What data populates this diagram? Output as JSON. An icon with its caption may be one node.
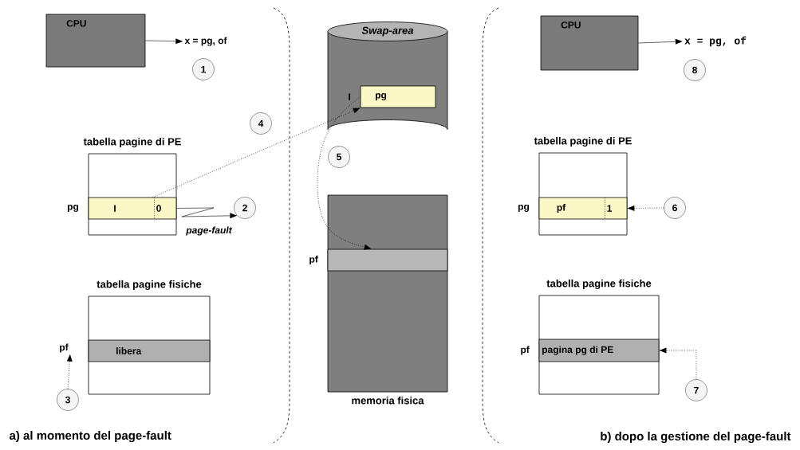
{
  "diagram": {
    "nodes": [
      {
        "text": [
          "CPU"
        ]
      },
      {
        "text": [
          "x = pg, of"
        ]
      },
      {
        "text": [
          "1"
        ]
      },
      {
        "text": [
          "tabella pagine di PE"
        ]
      },
      {
        "text": [
          "I",
          "0"
        ],
        "in": 3,
        "beside": [
          "pg"
        ]
      },
      {
        "text": [
          "2"
        ]
      },
      {
        "text": [
          "4"
        ]
      },
      {
        "text": [
          "tabella pagine fisiche"
        ]
      },
      {
        "text": [
          "libera"
        ],
        "in": 7
      },
      {
        "text": [
          "pf"
        ]
      },
      {
        "text": [
          "3"
        ]
      },
      {
        "text": [
          "Swap-area"
        ]
      },
      {
        "text": [
          "pg"
        ],
        "in": 11,
        "beside": [
          "I"
        ]
      },
      {
        "text": [
          "5"
        ]
      },
      {
        "text": [
          "memoria fisica"
        ]
      },
      {
        "text": [],
        "shape": "bar",
        "in": 14,
        "beside": [
          "pf"
        ]
      },
      {
        "text": [
          "CPU"
        ]
      },
      {
        "text": [
          "x = pg, of"
        ]
      },
      {
        "text": [
          "8"
        ]
      },
      {
        "text": [
          "tabella pagine di PE"
        ]
      },
      {
        "text": [
          "pf",
          "1"
        ],
        "in": 19,
        "beside": [
          "pg"
        ]
      },
      {
        "text": [
          "6"
        ]
      },
      {
        "text": [
          "tabella pagine fisiche"
        ]
      },
      {
        "text": [
          "pagina pg di PE"
        ],
        "in": 22,
        "beside": [
          "pf"
        ]
      },
      {
        "text": [
          "7"
        ]
      }
    ],
    "edges": [
      {
        "from": 0,
        "to": 1,
        "arrow": "to"
      },
      {
        "from": 4,
        "to": 5,
        "arrow": "to",
        "label": "page-fault"
      },
      {
        "from": 10,
        "to": 9,
        "arrow": "to",
        "style": "dashed"
      },
      {
        "from": 4,
        "to": 12,
        "arrow": "to",
        "style": "dashed"
      },
      {
        "from": 12,
        "to": 15,
        "arrow": "to",
        "style": "dashed"
      },
      {
        "from": 16,
        "to": 17,
        "arrow": "to"
      },
      {
        "from": 21,
        "to": 20,
        "arrow": "to",
        "style": "dashed"
      },
      {
        "from": 24,
        "to": 23,
        "arrow": "to",
        "style": "dashed"
      }
    ],
    "labels": [
      "a) al momento del page-fault",
      "b) dopo la gestione del page-fault"
    ]
  }
}
